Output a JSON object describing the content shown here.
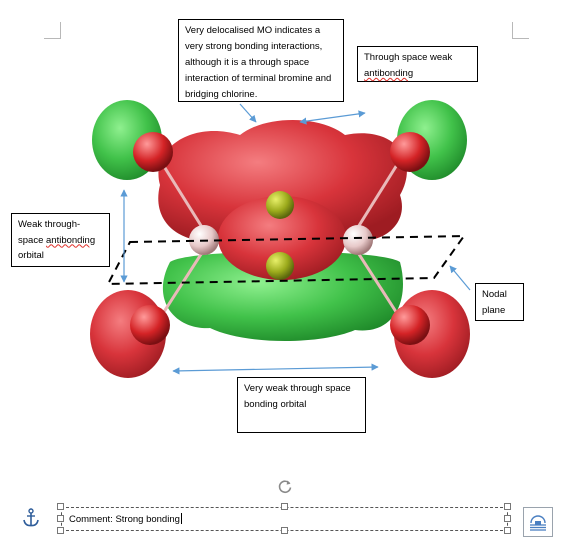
{
  "callouts": {
    "delocalised": "Very delocalised MO indicates a very strong bonding interactions, although it is a through space interaction of terminal bromine and bridging chlorine.",
    "through_space_weak_antibonding": {
      "line1": "Through space weak",
      "line2": "antibonding"
    },
    "weak_through_space": {
      "line1": "Weak through-",
      "line2_prefix": "space ",
      "line2_squiggle": "antibonding",
      "line3": "orbital"
    },
    "nodal_plane": {
      "line1": "Nodal",
      "line2": "plane"
    },
    "very_weak_bonding": "Very weak through space bonding orbital"
  },
  "comment_box": {
    "text": "Comment: Strong bonding"
  },
  "icons": {
    "anchor": "anchor-icon",
    "rotate": "rotate-handle-icon",
    "layout_options": "layout-options-icon"
  },
  "colors": {
    "red_lobe": "#d8343b",
    "green_lobe": "#41c24a",
    "arrow": "#5b9bd5",
    "squiggle": "#e0302a"
  }
}
